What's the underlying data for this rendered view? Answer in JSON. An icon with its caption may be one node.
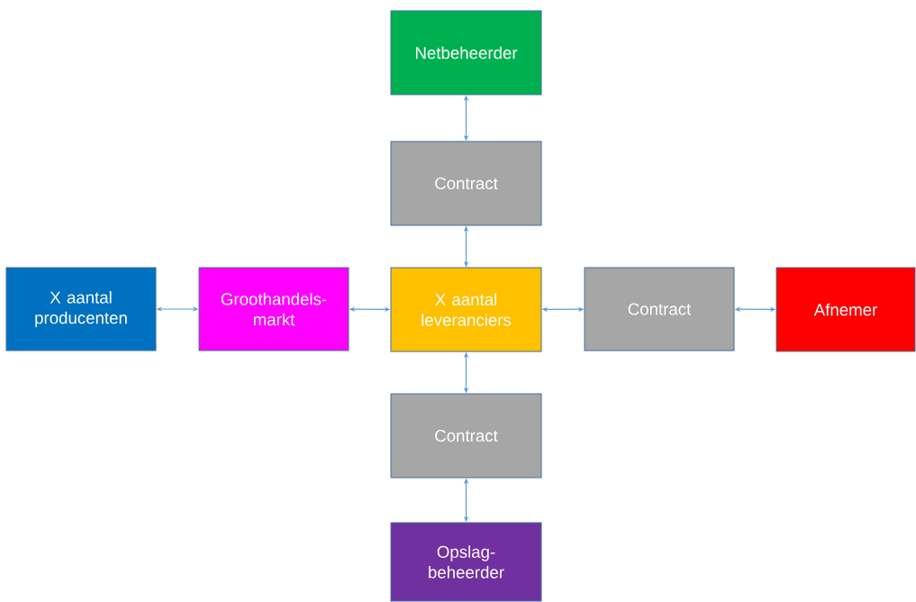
{
  "diagram": {
    "nodes": [
      {
        "text": [
          "Netbeheerder"
        ]
      },
      {
        "text": [
          "Contract"
        ]
      },
      {
        "text": [
          "X aantal producenten"
        ]
      },
      {
        "text": [
          "Groothandels- markt"
        ]
      },
      {
        "text": [
          "X aantal leveranciers"
        ]
      },
      {
        "text": [
          "Contract"
        ]
      },
      {
        "text": [
          "Afnemer"
        ]
      },
      {
        "text": [
          "Contract"
        ]
      },
      {
        "text": [
          "Opslag- beheerder"
        ]
      }
    ],
    "edges": [
      {
        "from": 0,
        "to": 1,
        "arrow": "both"
      },
      {
        "from": 1,
        "to": 4,
        "arrow": "both"
      },
      {
        "from": 2,
        "to": 3,
        "arrow": "both"
      },
      {
        "from": 3,
        "to": 4,
        "arrow": "both"
      },
      {
        "from": 4,
        "to": 5,
        "arrow": "both"
      },
      {
        "from": 5,
        "to": 6,
        "arrow": "both"
      },
      {
        "from": 4,
        "to": 7,
        "arrow": "both"
      },
      {
        "from": 7,
        "to": 8,
        "arrow": "both"
      }
    ]
  }
}
